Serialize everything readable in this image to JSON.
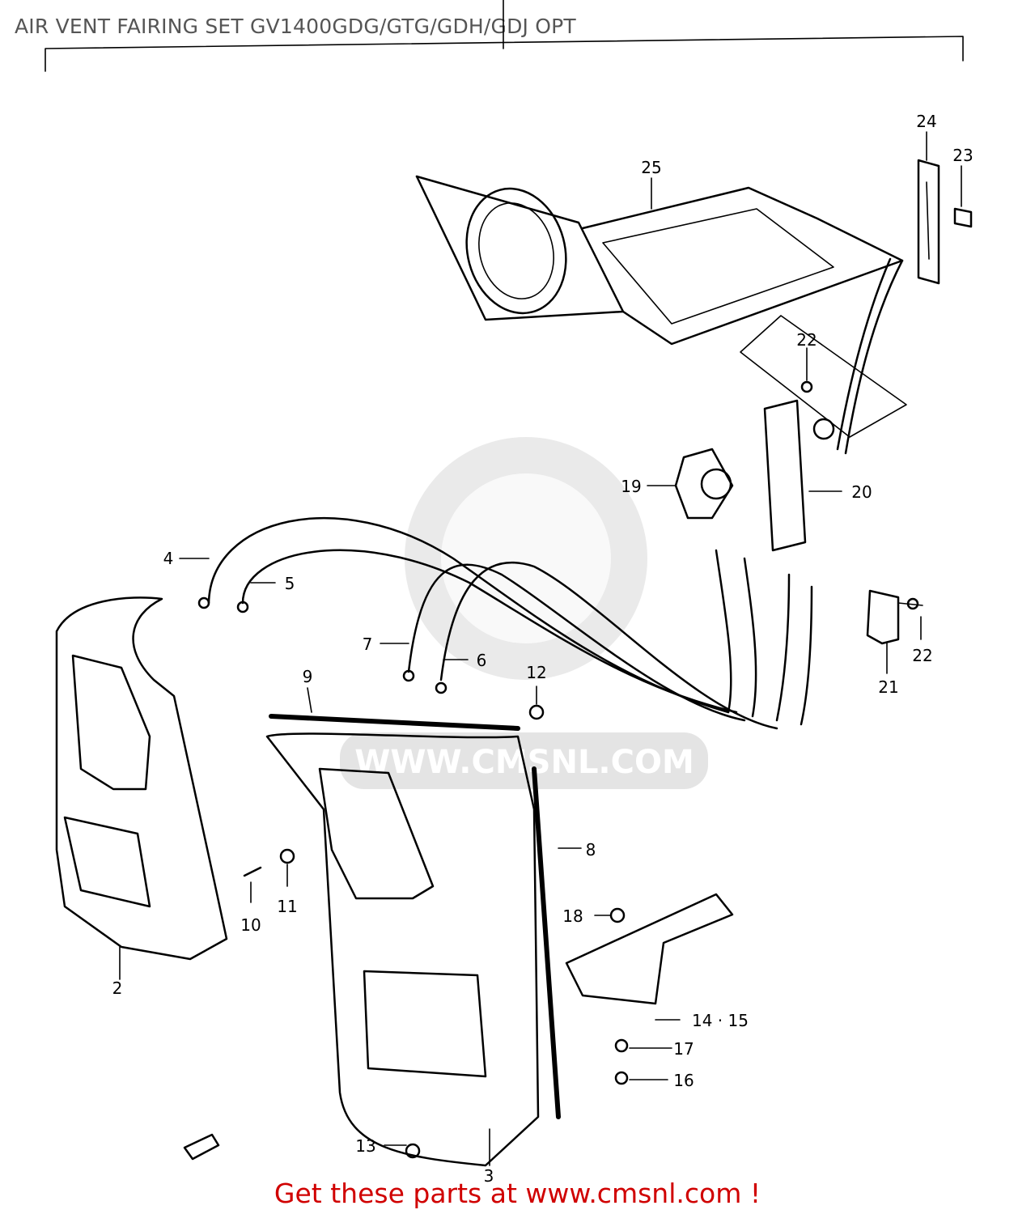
{
  "title": "AIR VENT FAIRING SET GV1400GDG/GTG/GDH/GDJ OPT",
  "footer": "Get these parts at www.cmsnl.com !",
  "watermark": {
    "text": "WWW.CMSNL.COM",
    "color": "#d9d9d9"
  },
  "colors": {
    "title": "#555555",
    "footer": "#d00000",
    "ink": "#000000"
  },
  "callouts": {
    "c2": "2",
    "c3": "3",
    "c4": "4",
    "c5": "5",
    "c6": "6",
    "c7": "7",
    "c8": "8",
    "c9": "9",
    "c10": "10",
    "c11": "11",
    "c12": "12",
    "c13": "13",
    "c14_15": "14 · 15",
    "c16": "16",
    "c17": "17",
    "c18": "18",
    "c19": "19",
    "c20": "20",
    "c21": "21",
    "c22a": "22",
    "c22b": "22",
    "c23": "23",
    "c24": "24",
    "c25": "25"
  }
}
